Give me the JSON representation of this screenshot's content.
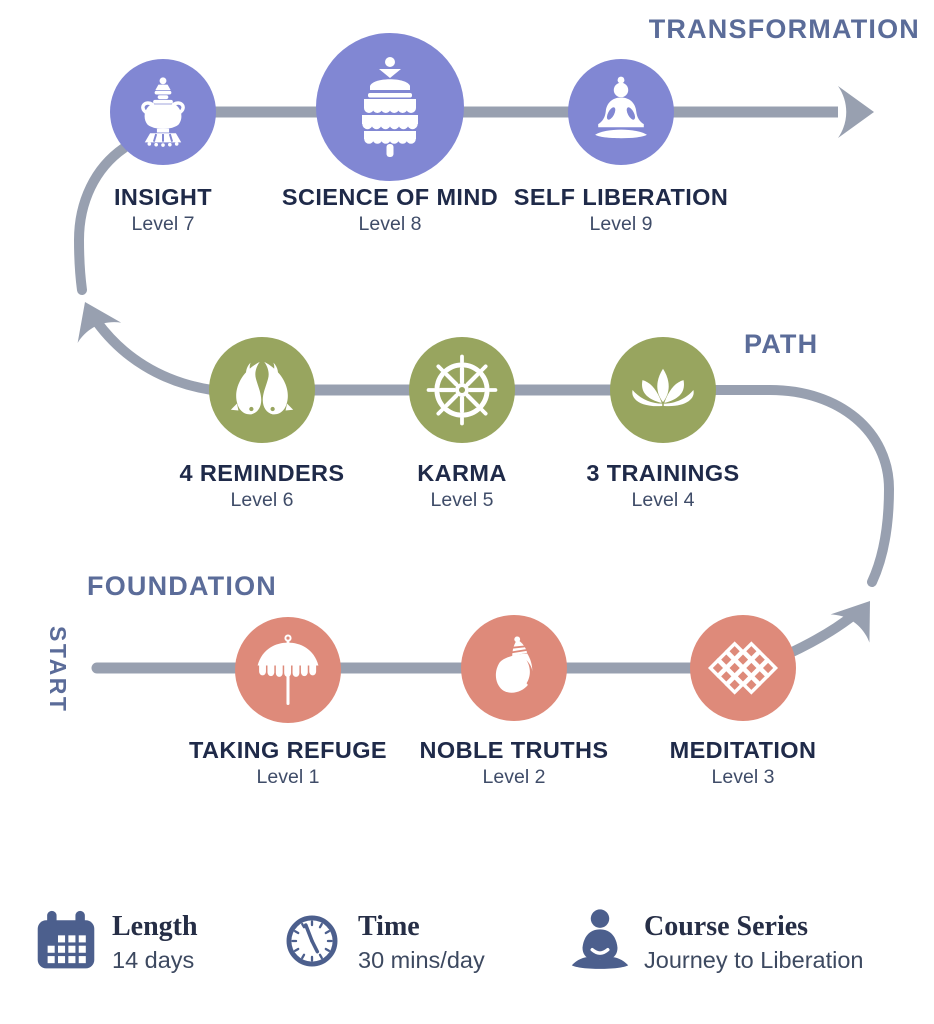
{
  "colors": {
    "purple": "#8187d3",
    "green": "#98a55f",
    "salmon": "#de8a7a",
    "line": "#98a0b0",
    "heading": "#5b6c99",
    "title": "#1f2a49",
    "subtitle": "#3f4c68",
    "info-icon": "#4c5f8d",
    "info-title": "#262e46",
    "info-value": "#3d4960"
  },
  "sections": {
    "transformation": "TRANSFORMATION",
    "path": "PATH",
    "foundation": "FOUNDATION",
    "start": "START"
  },
  "nodes": [
    {
      "title": "INSIGHT",
      "level": "Level 7",
      "icon": "treasure-vase",
      "stage": "transformation"
    },
    {
      "title": "SCIENCE OF MIND",
      "level": "Level 8",
      "icon": "victory-banner",
      "stage": "transformation"
    },
    {
      "title": "SELF LIBERATION",
      "level": "Level 9",
      "icon": "buddha",
      "stage": "transformation"
    },
    {
      "title": "4 REMINDERS",
      "level": "Level 6",
      "icon": "golden-fishes",
      "stage": "path"
    },
    {
      "title": "KARMA",
      "level": "Level 5",
      "icon": "dharma-wheel",
      "stage": "path"
    },
    {
      "title": "3 TRAININGS",
      "level": "Level 4",
      "icon": "lotus",
      "stage": "path"
    },
    {
      "title": "TAKING REFUGE",
      "level": "Level 1",
      "icon": "parasol",
      "stage": "foundation"
    },
    {
      "title": "NOBLE TRUTHS",
      "level": "Level 2",
      "icon": "conch-shell",
      "stage": "foundation"
    },
    {
      "title": "MEDITATION",
      "level": "Level 3",
      "icon": "endless-knot",
      "stage": "foundation"
    }
  ],
  "info": [
    {
      "title": "Length",
      "value": "14 days",
      "icon": "calendar"
    },
    {
      "title": "Time",
      "value": "30 mins/day",
      "icon": "clock"
    },
    {
      "title": "Course Series",
      "value": "Journey to Liberation",
      "icon": "meditator"
    }
  ]
}
